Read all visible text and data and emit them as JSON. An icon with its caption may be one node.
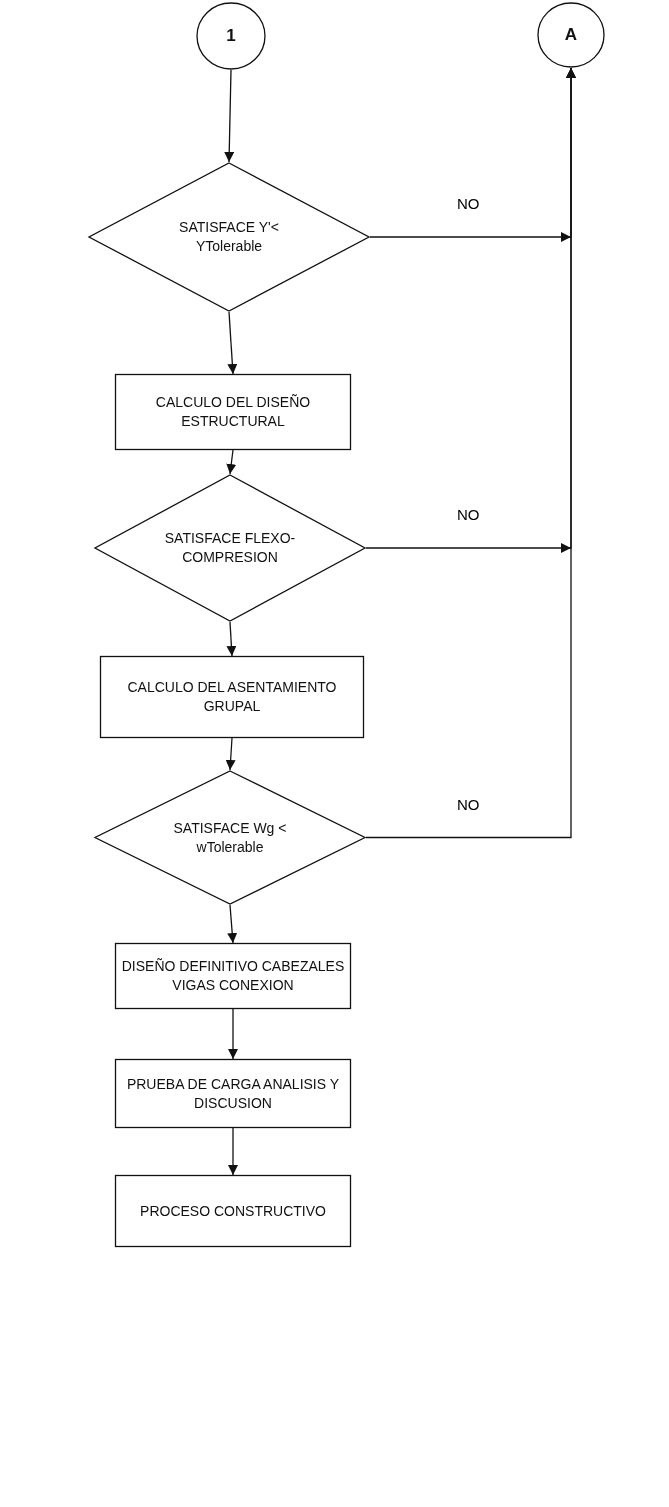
{
  "diagram": {
    "nodes": [
      {
        "text": [
          "1"
        ]
      },
      {
        "text": [
          "A"
        ]
      },
      {
        "text": [
          "SATISFACE Y'< YTolerable"
        ]
      },
      {
        "text": [
          "CALCULO DEL DISEÑO ESTRUCTURAL"
        ]
      },
      {
        "text": [
          "SATISFACE FLEXO-COMPRESION"
        ]
      },
      {
        "text": [
          "CALCULO DEL ASENTAMIENTO GRUPAL"
        ]
      },
      {
        "text": [
          "SATISFACE Wg < wTolerable"
        ]
      },
      {
        "text": [
          "DISEÑO DEFINITIVO CABEZALES VIGAS CONEXION"
        ]
      },
      {
        "text": [
          "PRUEBA DE CARGA ANALISIS Y DISCUSION"
        ]
      },
      {
        "text": [
          "PROCESO CONSTRUCTIVO"
        ]
      }
    ],
    "edges": [
      {
        "from": 0,
        "to": 2,
        "arrow": "to"
      },
      {
        "from": 2,
        "to": 1,
        "arrow": "to",
        "label": "NO"
      },
      {
        "from": 2,
        "to": 3,
        "arrow": "to"
      },
      {
        "from": 3,
        "to": 4,
        "arrow": "to"
      },
      {
        "from": 4,
        "to": 1,
        "arrow": "to",
        "label": "NO"
      },
      {
        "from": 4,
        "to": 5,
        "arrow": "to"
      },
      {
        "from": 5,
        "to": 6,
        "arrow": "to"
      },
      {
        "from": 6,
        "to": 1,
        "arrow": "to",
        "label": "NO"
      },
      {
        "from": 6,
        "to": 7,
        "arrow": "to"
      },
      {
        "from": 7,
        "to": 8,
        "arrow": "to"
      },
      {
        "from": 8,
        "to": 9,
        "arrow": "to"
      }
    ]
  }
}
